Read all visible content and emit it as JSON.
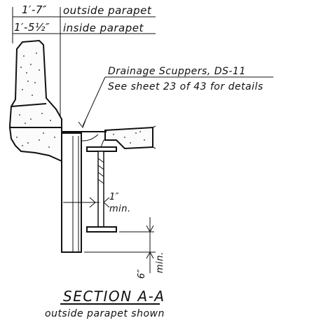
{
  "dimensions": {
    "outside_parapet_value": "1′-7″",
    "outside_parapet_label": "outside parapet",
    "inside_parapet_value": "1′-5½″",
    "inside_parapet_label": "inside parapet",
    "gap_value": "1″",
    "gap_label": "min.",
    "bottom_value": "6″",
    "bottom_label": "min."
  },
  "callout": {
    "line1": "Drainage Scuppers, DS-11",
    "line2": "See sheet 23 of 43 for details"
  },
  "caption": {
    "title": "SECTION A-A",
    "subtitle": "outside parapet shown"
  }
}
